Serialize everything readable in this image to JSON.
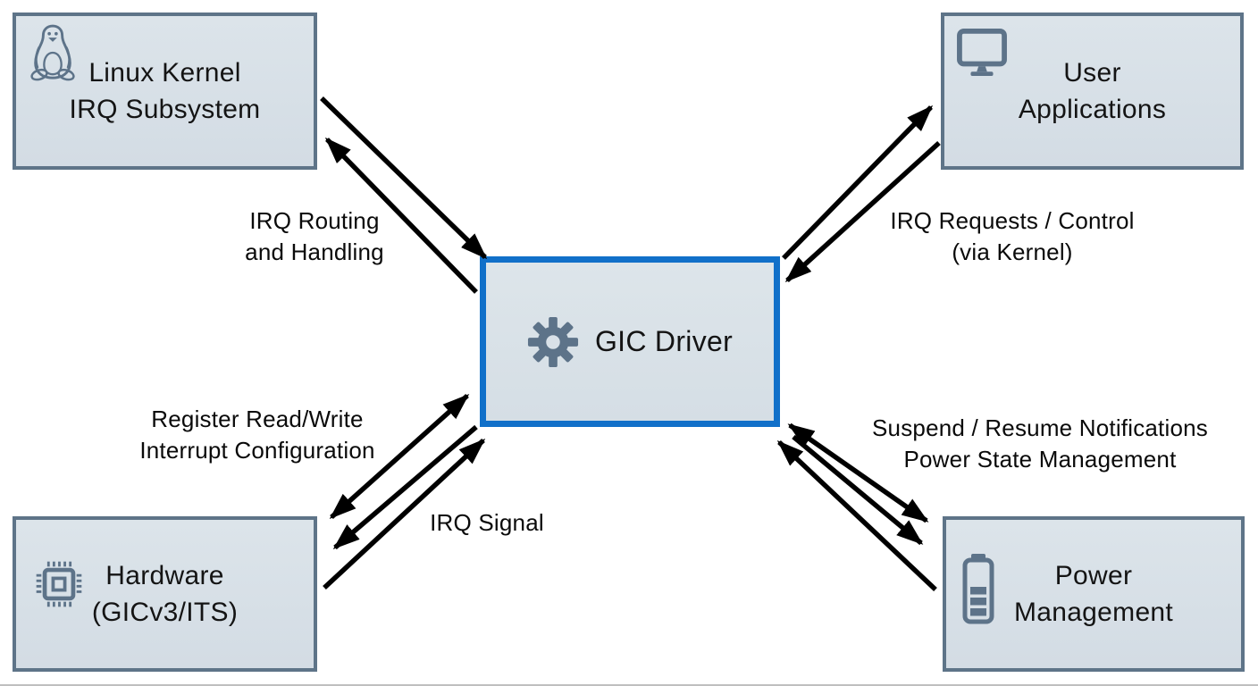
{
  "diagram": {
    "background": "#ffffff",
    "box_fill": "#d7e0e7",
    "box_border": "#5e7488",
    "center_border": "#1170c9",
    "icon_color": "#5d7389",
    "arrow_color": "#000000"
  },
  "nodes": {
    "kernel": {
      "line1": "Linux Kernel",
      "line2": "IRQ Subsystem",
      "icon": "linux-tux-icon"
    },
    "user_apps": {
      "line1": "User",
      "line2": "Applications",
      "icon": "monitor-icon"
    },
    "gic": {
      "label": "GIC Driver",
      "icon": "gear-icon"
    },
    "hardware": {
      "line1": "Hardware",
      "line2": "(GICv3/ITS)",
      "icon": "chip-icon"
    },
    "power": {
      "line1": "Power",
      "line2": "Management",
      "icon": "battery-icon"
    }
  },
  "edges": {
    "kernel_gic": {
      "line1": "IRQ Routing",
      "line2": "and Handling"
    },
    "apps_gic": {
      "line1": "IRQ Requests / Control",
      "line2": "(via Kernel)"
    },
    "hw_gic_config": {
      "line1": "Register Read/Write",
      "line2": "Interrupt Configuration"
    },
    "hw_gic_irq": {
      "label": "IRQ Signal"
    },
    "pm_gic": {
      "line1": "Suspend / Resume Notifications",
      "line2": "Power State Management"
    }
  }
}
